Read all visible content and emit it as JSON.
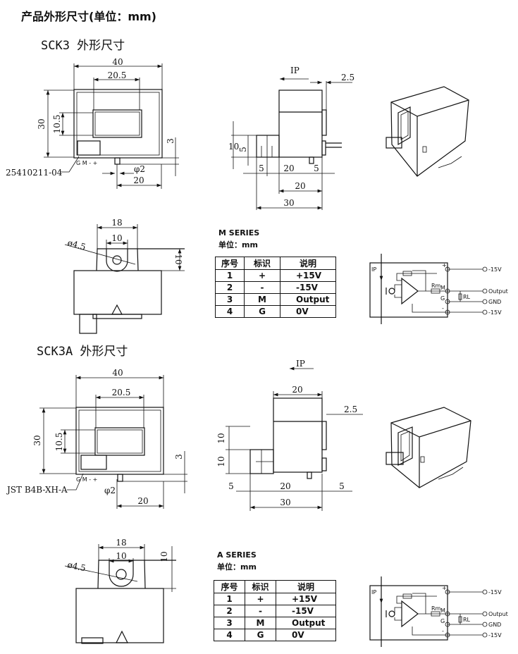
{
  "page_title": "产品外形尺寸(单位：mm)",
  "sections": [
    {
      "title": "SCK3 外形尺寸",
      "front": {
        "width": "40",
        "window_w": "20.5",
        "height": "30",
        "window_h": "10.5",
        "pin_offset": "3",
        "pin_dia": "φ2",
        "pin_pos": "20",
        "connector_part": "25410211-04",
        "pin_labels": "G M - +"
      },
      "side": {
        "current_label": "IP",
        "flange": "2.5",
        "h10": "10",
        "h5": "5",
        "b5a": "5",
        "b20": "20",
        "b5b": "5",
        "w20": "20",
        "w30": "30"
      },
      "bottom": {
        "w18": "18",
        "w10": "10",
        "hole": "ø4.5",
        "h10": "10"
      },
      "series": {
        "name": "M   SERIES",
        "unit": "单位：mm",
        "headers": [
          "序号",
          "标识",
          "说明"
        ],
        "rows": [
          [
            "1",
            "+",
            "+15V"
          ],
          [
            "2",
            "-",
            "-15V"
          ],
          [
            "3",
            "M",
            "Output"
          ],
          [
            "4",
            "G",
            "0V"
          ]
        ]
      }
    },
    {
      "title": "SCK3A 外形尺寸",
      "front": {
        "width": "40",
        "window_w": "20.5",
        "height": "30",
        "window_h": "10.5",
        "pin_offset": "3",
        "pin_dia": "φ2",
        "pin_pos": "20",
        "connector_part": "JST B4B-XH-A",
        "pin_labels": "G M - +"
      },
      "side": {
        "current_label": "IP",
        "top20": "20",
        "flange": "2.5",
        "h10a": "10",
        "h10b": "10",
        "b5a": "5",
        "b20": "20",
        "b5b": "5",
        "w30": "30"
      },
      "bottom": {
        "w18": "18",
        "w10": "10",
        "hole": "ø4.5",
        "h10": "10"
      },
      "series": {
        "name": "A   SERIES",
        "unit": "单位：mm",
        "headers": [
          "序号",
          "标识",
          "说明"
        ],
        "rows": [
          [
            "1",
            "+",
            "+15V"
          ],
          [
            "2",
            "-",
            "-15V"
          ],
          [
            "3",
            "M",
            "Output"
          ],
          [
            "4",
            "G",
            "0V"
          ]
        ]
      }
    }
  ],
  "circuit": {
    "ip": "IP",
    "rm": "Rm",
    "rl": "RL",
    "pins": [
      "+",
      "M",
      "G",
      "-"
    ],
    "outputs": [
      "-15V",
      "Output",
      "GND",
      "-15V"
    ]
  }
}
